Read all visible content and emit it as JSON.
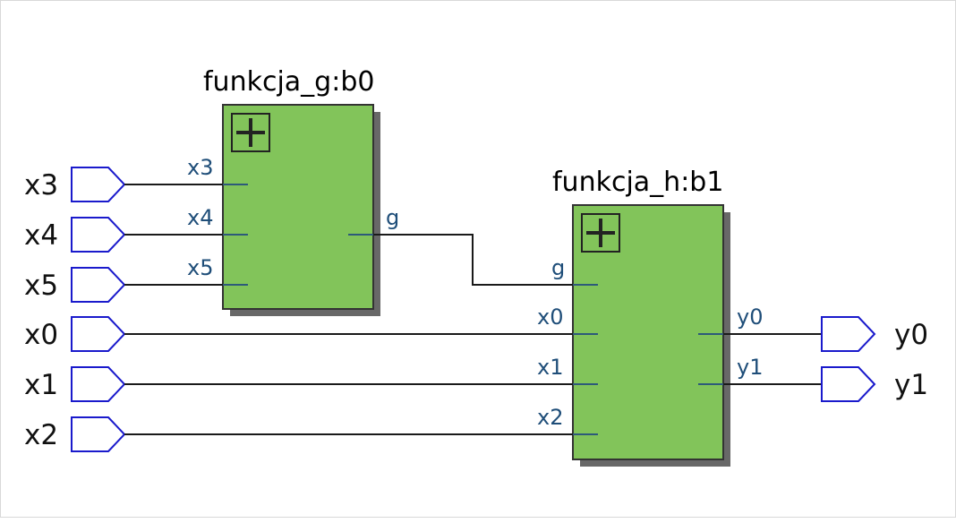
{
  "colors": {
    "block_fill": "#82c45a",
    "block_border": "#333333",
    "block_shadow": "#686868",
    "wire": "#1a1a1a",
    "port_stub": "#2d5a7a",
    "port_label": "#1f4e79",
    "pin_stroke": "#1a1acc",
    "pin_text": "#111111"
  },
  "inputs": [
    {
      "name": "x3"
    },
    {
      "name": "x4"
    },
    {
      "name": "x5"
    },
    {
      "name": "x0"
    },
    {
      "name": "x1"
    },
    {
      "name": "x2"
    }
  ],
  "outputs": [
    {
      "name": "y0"
    },
    {
      "name": "y1"
    }
  ],
  "blocks": [
    {
      "title": "funkcja_g:b0",
      "expand_icon": "plus-box-icon",
      "ports_in": [
        "x3",
        "x4",
        "x5"
      ],
      "ports_out": [
        "g"
      ]
    },
    {
      "title": "funkcja_h:b1",
      "expand_icon": "plus-box-icon",
      "ports_in": [
        "g",
        "x0",
        "x1",
        "x2"
      ],
      "ports_out": [
        "y0",
        "y1"
      ]
    }
  ]
}
